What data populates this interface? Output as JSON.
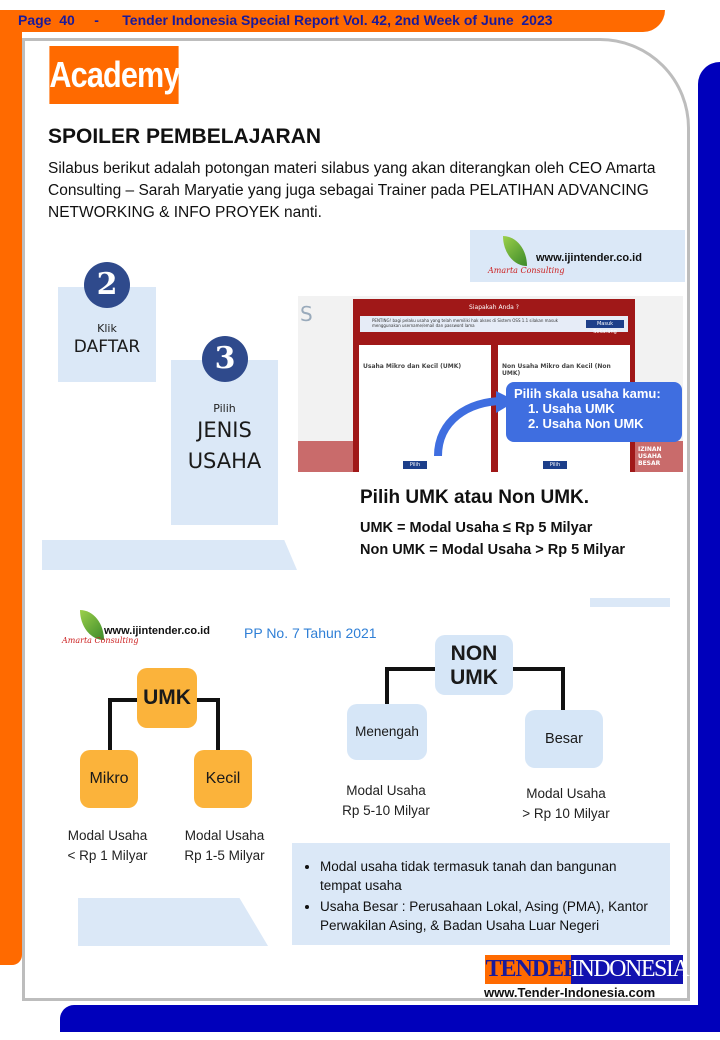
{
  "header": {
    "page": "Page  40",
    "sep": "-",
    "title": "Tender Indonesia Special Report Vol. 42, 2nd Week of June  2023"
  },
  "section_label": "Academy",
  "article": {
    "title": "SPOILER PEMBELAJARAN",
    "intro": "Silabus berikut adalah potongan materi silabus yang akan diterangkan oleh CEO Amarta Consulting – Sarah Maryatie yang juga sebagai Trainer  pada PELATIHAN ADVANCING NETWORKING & INFO PROYEK nanti."
  },
  "logo": {
    "brand": "Amarta Consulting",
    "url": "www.ijintender.co.id"
  },
  "steps": [
    {
      "number": "2",
      "small": "Klik",
      "big": "DAFTAR"
    },
    {
      "number": "3",
      "small": "Pilih",
      "big_line1": "JENIS",
      "big_line2": "USAHA"
    }
  ],
  "screenshot": {
    "modal_title": "Siapakah Anda ?",
    "notice": "PENTING! bagi pelaku usaha yang telah memiliki hak akses di Sistem OSS 1.1 silakan masuk menggunakan username/email dan password lama",
    "login_btn": "Masuk Sekarang",
    "card1_title": "Usaha Mikro dan Kecil (UMK)",
    "card2_title": "Non Usaha Mikro dan Kecil (Non UMK)",
    "choose_btn": "Pilih",
    "callout_title": "Pilih skala usaha kamu:",
    "callout_1": "1. Usaha UMK",
    "callout_2": "2. Usaha Non UMK",
    "bottom_text": "IZINAN USAHA BESAR"
  },
  "umk_heading": "Pilih UMK atau Non UMK.",
  "umk_def": "UMK = Modal Usaha ≤ Rp 5 Milyar",
  "nonumk_def": "Non UMK = Modal Usaha > Rp 5 Milyar",
  "regulation": "PP No. 7 Tahun 2021",
  "umk_tree": {
    "root": "UMK",
    "children": [
      {
        "label": "Mikro",
        "cap1": "Modal Usaha",
        "cap2": "< Rp 1 Milyar"
      },
      {
        "label": "Kecil",
        "cap1": "Modal Usaha",
        "cap2": "Rp 1-5 Milyar"
      }
    ]
  },
  "nonumk_tree": {
    "root_line1": "NON",
    "root_line2": "UMK",
    "children": [
      {
        "label": "Menengah",
        "cap1": "Modal Usaha",
        "cap2": "Rp 5-10 Milyar"
      },
      {
        "label": "Besar",
        "cap1": "Modal Usaha",
        "cap2": "> Rp 10 Milyar"
      }
    ]
  },
  "notes": [
    "Modal usaha  tidak termasuk tanah dan bangunan tempat usaha",
    "Usaha Besar : Perusahaan Lokal, Asing (PMA), Kantor Perwakilan Asing, & Badan Usaha Luar Negeri"
  ],
  "footer_logo": {
    "word1": "TENDER",
    "word2": "INDONESIA",
    "url": "www.Tender-Indonesia.com"
  },
  "colors": {
    "orange": "#ff6a00",
    "blue": "#0000bb",
    "navy_text": "#1a1a9a",
    "yellow": "#fbb33b",
    "light_blue": "#dbe8f7"
  }
}
